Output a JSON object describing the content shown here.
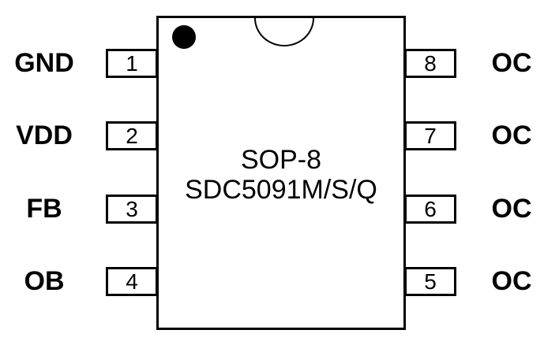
{
  "package": {
    "type_label": "SOP-8",
    "part_number": "SDC5091M/S/Q"
  },
  "pins": {
    "left": [
      {
        "number": "1",
        "label": "GND"
      },
      {
        "number": "2",
        "label": "VDD"
      },
      {
        "number": "3",
        "label": "FB"
      },
      {
        "number": "4",
        "label": "OB"
      }
    ],
    "right": [
      {
        "number": "8",
        "label": "OC"
      },
      {
        "number": "7",
        "label": "OC"
      },
      {
        "number": "6",
        "label": "OC"
      },
      {
        "number": "5",
        "label": "OC"
      }
    ]
  },
  "colors": {
    "line": "#000000",
    "background": "#ffffff"
  }
}
